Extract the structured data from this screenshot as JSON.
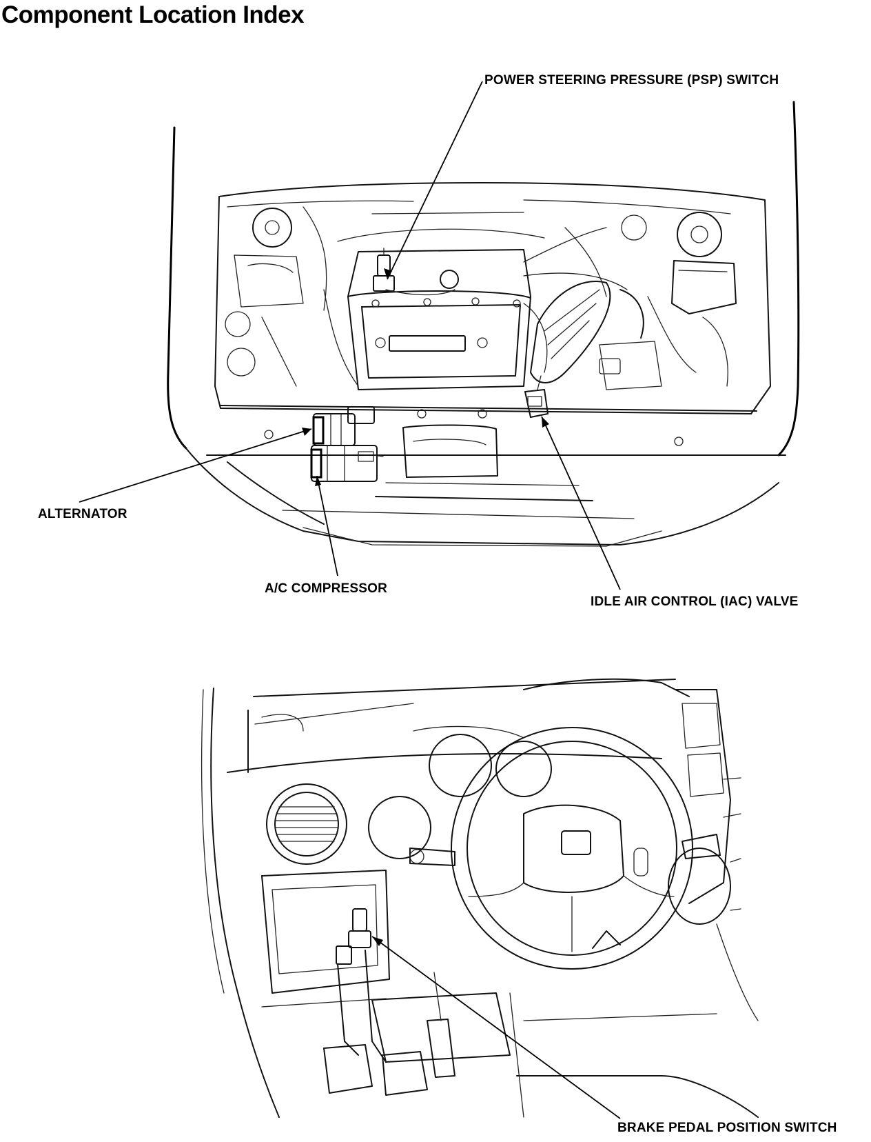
{
  "page": {
    "title": "Component Location Index"
  },
  "callouts": {
    "psp_switch": "POWER STEERING PRESSURE (PSP) SWITCH",
    "alternator": "ALTERNATOR",
    "ac_compressor": "A/C COMPRESSOR",
    "iac_valve": "IDLE AIR CONTROL (IAC) VALVE",
    "brake_pedal_switch": "BRAKE PEDAL POSITION SWITCH"
  }
}
